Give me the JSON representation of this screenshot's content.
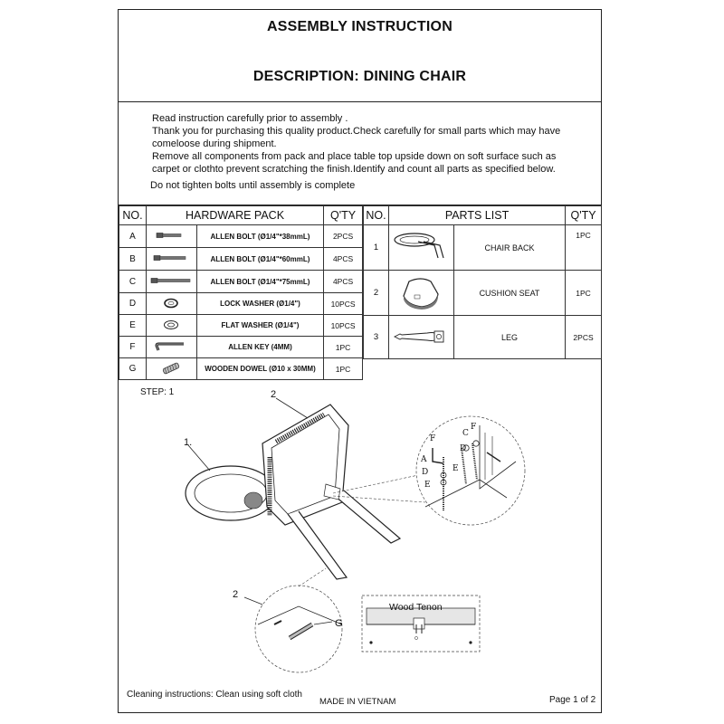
{
  "header": {
    "title": "ASSEMBLY INSTRUCTION",
    "description": "DESCRIPTION: DINING CHAIR"
  },
  "intro": {
    "lines": [
      "Read instruction carefully prior to assembly .",
      "Thank you for purchasing this quality product.Check carefully for small parts which may have",
      "comeloose during shipment.",
      "Remove all components from pack and place table top upside down on soft surface such as",
      "carpet or clothto prevent scratching the finish.Identify and count all parts as specified below."
    ],
    "note": "Do not tighten bolts until assembly is complete"
  },
  "hardware": {
    "headers": {
      "no": "NO.",
      "pack": "HARDWARE PACK",
      "qty": "Q'TY"
    },
    "rows": [
      {
        "no": "A",
        "desc": "ALLEN  BOLT  (Ø1/4\"*38mmL)",
        "qty": "2PCS",
        "icon": "bolt-short-icon"
      },
      {
        "no": "B",
        "desc": "ALLEN  BOLT  (Ø1/4\"*60mmL)",
        "qty": "4PCS",
        "icon": "bolt-medium-icon"
      },
      {
        "no": "C",
        "desc": "ALLEN  BOLT  (Ø1/4\"*75mmL)",
        "qty": "4PCS",
        "icon": "bolt-long-icon"
      },
      {
        "no": "D",
        "desc": "LOCK WASHER (Ø1/4\")",
        "qty": "10PCS",
        "icon": "lock-washer-icon"
      },
      {
        "no": "E",
        "desc": "FLAT WASHER (Ø1/4\")",
        "qty": "10PCS",
        "icon": "flat-washer-icon"
      },
      {
        "no": "F",
        "desc": "ALLEN KEY (4MM)",
        "qty": "1PC",
        "icon": "allen-key-icon"
      },
      {
        "no": "G",
        "desc": "WOODEN DOWEL (Ø10 x 30MM)",
        "qty": "1PC",
        "icon": "wooden-dowel-icon"
      }
    ]
  },
  "parts": {
    "headers": {
      "no": "NO.",
      "list": "PARTS LIST",
      "qty": "Q'TY"
    },
    "rows": [
      {
        "no": "1",
        "name": "CHAIR BACK",
        "qty": "1PC",
        "icon": "chair-back-icon"
      },
      {
        "no": "2",
        "name": "CUSHION SEAT",
        "qty": "1PC",
        "icon": "cushion-seat-icon"
      },
      {
        "no": "3",
        "name": "LEG",
        "qty": "2PCS",
        "icon": "leg-icon"
      }
    ]
  },
  "diagram": {
    "step": "STEP: 1",
    "labels": {
      "back": "1.",
      "seat_top": "2",
      "seat_bottom": "2",
      "dowel": "G",
      "tenon": "Wood Tenon"
    },
    "detail_labels": {
      "f1": "F",
      "a": "A",
      "d1": "D",
      "e1": "E",
      "c": "C",
      "f2": "F",
      "d2": "D",
      "e2": "E"
    }
  },
  "footer": {
    "cleaning": "Cleaning instructions: Clean using soft cloth",
    "made_in": "MADE IN VIETNAM",
    "page": "Page 1 of 2"
  }
}
